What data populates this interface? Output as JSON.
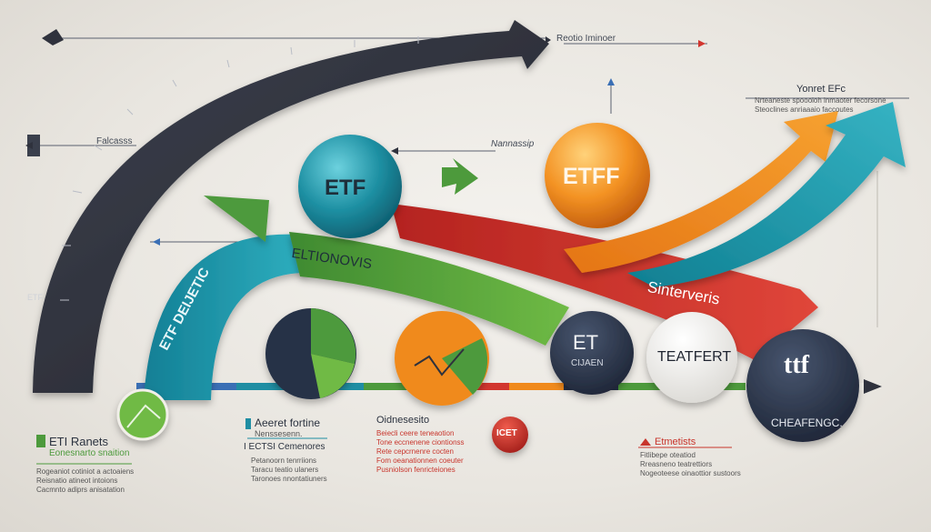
{
  "colors": {
    "dark": "#2f323d",
    "teal": "#1f8ea3",
    "green": "#4d9a3c",
    "red": "#d2362f",
    "orange": "#f08a1c",
    "navy": "#253046",
    "blue": "#3a6fb5"
  },
  "labels": {
    "top_right_arrow": "Reotio Iminoer",
    "top_right_corner": "Yonret EFc",
    "left_arrow": "Falcasss",
    "middle_arrow": "Nannassip",
    "ribbon_green": "ELTIONOVIS",
    "ribbon_red": "Sinterveris",
    "vertical_ribbon": "ETF DEIJETIC",
    "tiny_left_ticker": "ETF"
  },
  "circles": {
    "teal": "ETF",
    "orange": "ETFF",
    "navy_small": {
      "title": "ET",
      "sub": "CIJAEN"
    },
    "white": "TEATFERT",
    "navy_big": {
      "title": "ttf",
      "sub": "CHEAFENGC."
    },
    "red_badge": "ICET"
  },
  "text_blocks": {
    "bottom_left": {
      "title": "ETI Ranets",
      "subtitle": "Eonesnarto snaition",
      "lines": [
        "Rogeaniot cotiniot a actoaiens",
        "Reisnatio atineot intoions",
        "Cacmnto adiprs anisatation"
      ]
    },
    "center_left": {
      "title": "Aeeret fortine",
      "subtitle": "Nenssesenn.",
      "item": "I  ECTSI Cemenores",
      "lines": [
        "Petanoorn tenrriions",
        "Taracu teatio ulaners",
        "Taronoes nnontatiuners"
      ]
    },
    "center": {
      "title": "Oidnesesito",
      "lines": [
        "Beiecli ceere teneaotion",
        "Tone eccnenene ciontionss",
        "Rete cepcrnenre cocten",
        "Fom oeanationnen coeuter",
        "Pusniolson fenricteiones"
      ]
    },
    "right": {
      "title": "Etmetists",
      "lines": [
        "Fitlibepe oteatiod",
        "Rreasneno teatrettiors",
        "Nogeoteese oinaottior sustoors"
      ]
    },
    "top_right": {
      "lines": [
        "Nrteaneste spoooioh lnmaoter fecorsone",
        "Steoclines anriaaaio faccoutes"
      ]
    }
  }
}
